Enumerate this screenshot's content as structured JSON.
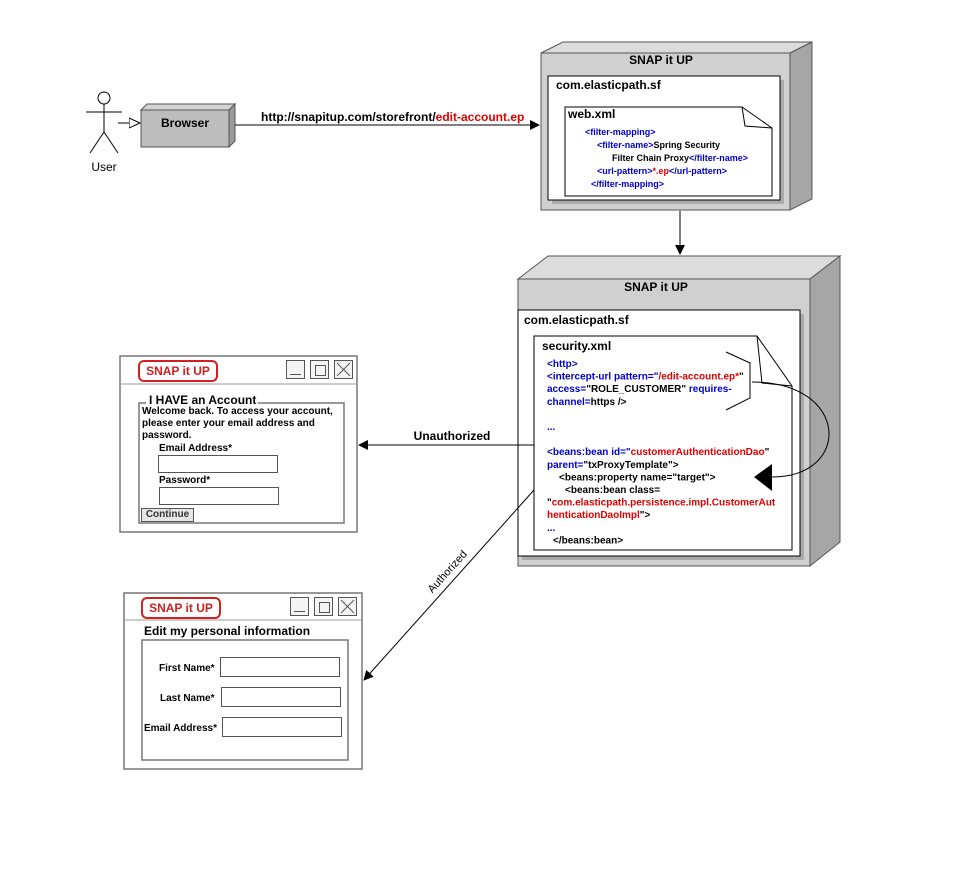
{
  "actor": {
    "label": "User"
  },
  "browser": {
    "label": "Browser"
  },
  "request_url": {
    "base": "http://snapitup.com/storefront/",
    "path": "edit-account.ep"
  },
  "server_top": {
    "title": "SNAP it UP",
    "package": "com.elasticpath.sf",
    "file": {
      "name": "web.xml",
      "lines": [
        [
          {
            "t": "<filter-mapping>",
            "c": "blue"
          }
        ],
        [
          {
            "t": "<filter-name>",
            "c": "blue"
          },
          {
            "t": "Spring Security",
            "c": "blk"
          }
        ],
        [
          {
            "t": "Filter Chain Proxy",
            "c": "blk"
          },
          {
            "t": "</filter-name>",
            "c": "blue"
          }
        ],
        [
          {
            "t": "<url-pattern>",
            "c": "blue"
          },
          {
            "t": "*.ep",
            "c": "red"
          },
          {
            "t": "</url-pattern>",
            "c": "blue"
          }
        ],
        [
          {
            "t": "</filter-mapping>",
            "c": "blue"
          }
        ]
      ]
    }
  },
  "server_bottom": {
    "title": "SNAP it UP",
    "package": "com.elasticpath.sf",
    "file": {
      "name": "security.xml",
      "lines": [
        [
          {
            "t": "<http>",
            "c": "blue"
          }
        ],
        [
          {
            "t": "<intercept-url pattern=\"",
            "c": "blue"
          },
          {
            "t": "/edit-account.ep*",
            "c": "red"
          },
          {
            "t": "\"",
            "c": "blk"
          }
        ],
        [
          {
            "t": "access=",
            "c": "blue"
          },
          {
            "t": "\"ROLE_CUSTOMER\"",
            "c": "blk"
          },
          {
            "t": " requires-",
            "c": "blue"
          }
        ],
        [
          {
            "t": "channel=",
            "c": "blue"
          },
          {
            "t": "https />",
            "c": "blk"
          }
        ],
        [],
        [
          {
            "t": "...",
            "c": "blue"
          }
        ],
        [],
        [
          {
            "t": "<beans:bean id=\"",
            "c": "blue"
          },
          {
            "t": "customerAuthenticationDao",
            "c": "red"
          },
          {
            "t": "\"",
            "c": "blk"
          }
        ],
        [
          {
            "t": "parent=",
            "c": "blue"
          },
          {
            "t": "\"txProxyTemplate\">",
            "c": "blk"
          }
        ],
        [
          {
            "t": "<beans:property name=\"target\">",
            "c": "blk"
          }
        ],
        [
          {
            "t": "<beans:bean class=",
            "c": "blk"
          }
        ],
        [
          {
            "t": "\"",
            "c": "blk"
          },
          {
            "t": "com.elasticpath.persistence.impl.CustomerAut",
            "c": "red"
          }
        ],
        [
          {
            "t": "henticationDaoImpl",
            "c": "red"
          },
          {
            "t": "\">",
            "c": "blk"
          }
        ],
        [
          {
            "t": "...",
            "c": "blue"
          }
        ],
        [
          {
            "t": "</beans:bean>",
            "c": "blk"
          }
        ]
      ]
    }
  },
  "edges": {
    "unauthorized": "Unauthorized",
    "authorized": "Authorized"
  },
  "login_window": {
    "brand": "SNAP it UP",
    "fieldset_legend": "I HAVE an Account",
    "intro_lines": [
      "Welcome back. To access your account,",
      "please enter your email address and",
      "password."
    ],
    "email_label": "Email Address*",
    "password_label": "Password*",
    "continue_label": "Continue"
  },
  "edit_window": {
    "brand": "SNAP it UP",
    "heading": "Edit my personal information",
    "first_name_label": "First Name*",
    "last_name_label": "Last Name*",
    "email_label": "Email Address*"
  }
}
